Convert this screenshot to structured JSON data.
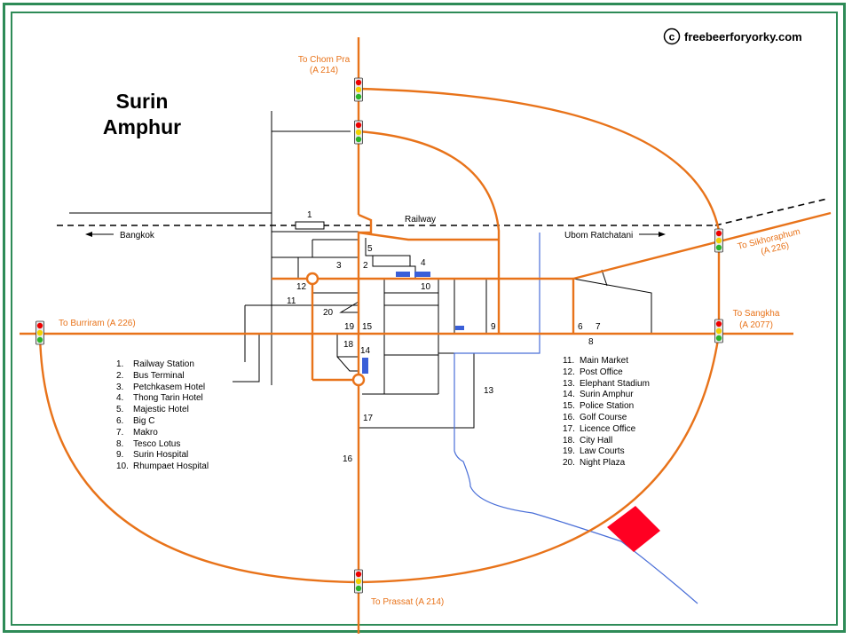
{
  "title": {
    "line1": "Surin",
    "line2": "Amphur"
  },
  "copyright": {
    "symbol": "©",
    "text": "freebeerforyorky.com"
  },
  "roads": {
    "chom_pra": {
      "line1": "To Chom Pra",
      "line2": "(A 214)"
    },
    "burriram": "To Burriram (A 226)",
    "sangkha": {
      "line1": "To Sangkha",
      "line2": "(A 2077)"
    },
    "sikhoraphum": {
      "line1": "To Sikhoraphum",
      "line2": "(A 226)"
    },
    "prassat": "To Prassat (A 214)"
  },
  "railway": {
    "label": "Railway",
    "bangkok": "Bangkok",
    "ubon": "Ubom Ratchatani"
  },
  "markers": {
    "m1": "1",
    "m2": "2",
    "m3": "3",
    "m4": "4",
    "m5": "5",
    "m6": "6",
    "m7": "7",
    "m8": "8",
    "m9": "9",
    "m10": "10",
    "m11": "11",
    "m12": "12",
    "m13": "13",
    "m14": "14",
    "m15": "15",
    "m16": "16",
    "m17": "17",
    "m18": "18",
    "m19": "19",
    "m20": "20"
  },
  "legend_left": [
    {
      "num": "1.",
      "name": "Railway Station"
    },
    {
      "num": "2.",
      "name": "Bus Terminal"
    },
    {
      "num": "3.",
      "name": "Petchkasem Hotel"
    },
    {
      "num": "4.",
      "name": "Thong Tarin Hotel"
    },
    {
      "num": "5.",
      "name": "Majestic Hotel"
    },
    {
      "num": "6.",
      "name": "Big C"
    },
    {
      "num": "7.",
      "name": "Makro"
    },
    {
      "num": "8.",
      "name": "Tesco Lotus"
    },
    {
      "num": "9.",
      "name": "Surin Hospital"
    },
    {
      "num": "10.",
      "name": "Rhumpaet Hospital"
    }
  ],
  "legend_right": [
    {
      "num": "11.",
      "name": "Main Market"
    },
    {
      "num": "12.",
      "name": "Post Office"
    },
    {
      "num": "13.",
      "name": "Elephant Stadium"
    },
    {
      "num": "14.",
      "name": "Surin Amphur"
    },
    {
      "num": "15.",
      "name": "Police Station"
    },
    {
      "num": "16.",
      "name": "Golf Course"
    },
    {
      "num": "17.",
      "name": "Licence Office"
    },
    {
      "num": "18.",
      "name": "City Hall"
    },
    {
      "num": "19.",
      "name": "Law Courts"
    },
    {
      "num": "20.",
      "name": "Night Plaza"
    }
  ],
  "colors": {
    "road": "#e8731a",
    "river": "#4a6fd8",
    "frame": "#2e8b57",
    "highlight": "#ff0022",
    "building": "#3a5fd8"
  }
}
